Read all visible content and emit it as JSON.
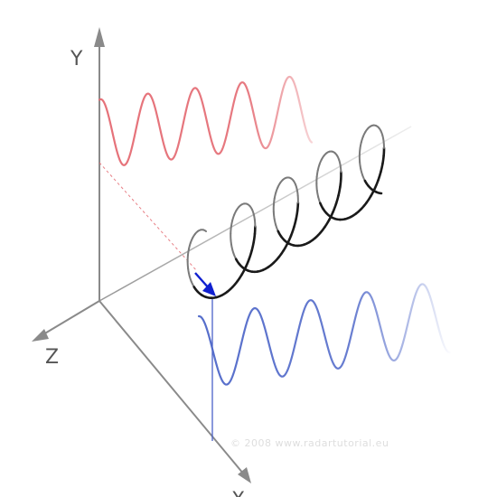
{
  "axes": {
    "y_label": "Y",
    "z_label": "Z",
    "x_label": "X"
  },
  "watermark": {
    "text": "© 2008  www.radartutorial.eu"
  },
  "colors": {
    "axis": "#8a8a8a",
    "vertical_projection": "#e46a72",
    "helix": "#222222",
    "horizontal_projection": "#4d66c8",
    "field_vector": "#1020d0",
    "helix_to_vertical_guide": "#e46a72",
    "helix_to_horizontal_guide": "#4a62c8"
  },
  "diagram": {
    "content": "circularly polarized wave: helix along the X axis with its projections onto the vertical (Y) and horizontal (Z) planes",
    "helix_turns": 4.5,
    "projection_cycles": 4.5
  }
}
